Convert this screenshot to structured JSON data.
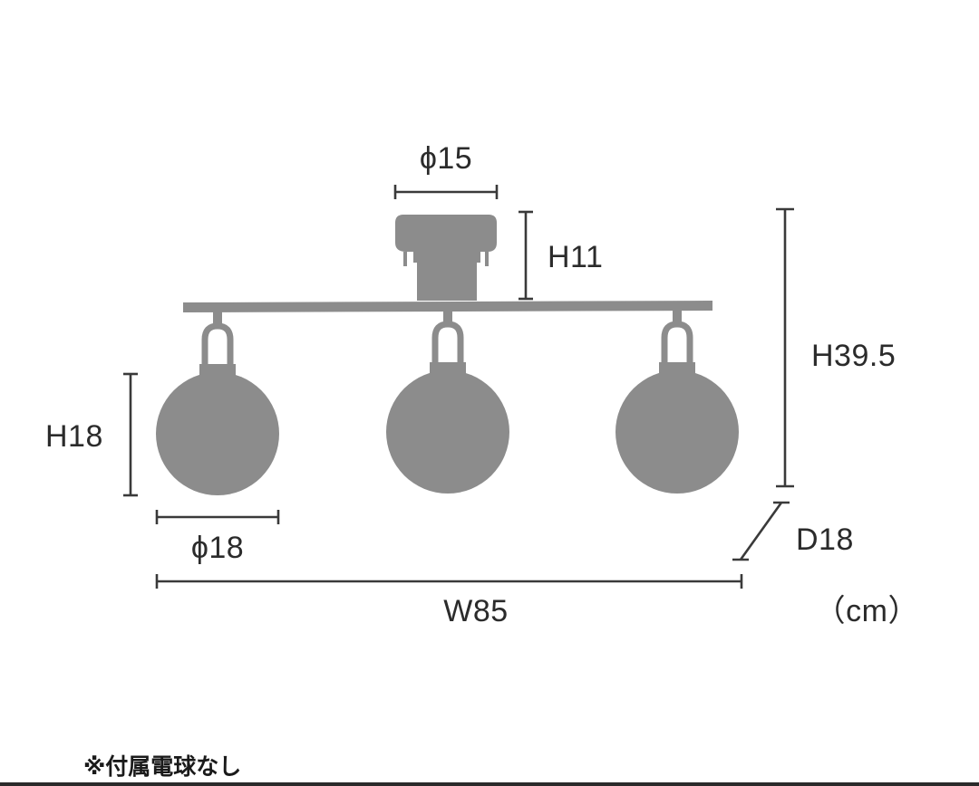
{
  "title": "",
  "dimensions": {
    "canopy_diameter": "ϕ15",
    "canopy_height": "H11",
    "total_height": "H39.5",
    "globe_height": "H18",
    "globe_diameter": "ϕ18",
    "depth": "D18",
    "width": "W85"
  },
  "unit": "（cm）",
  "note": "※付属電球なし",
  "colors": {
    "fixture": "#8c8c8c",
    "lines": "#3a3a3a",
    "text": "#2b2b2b"
  }
}
